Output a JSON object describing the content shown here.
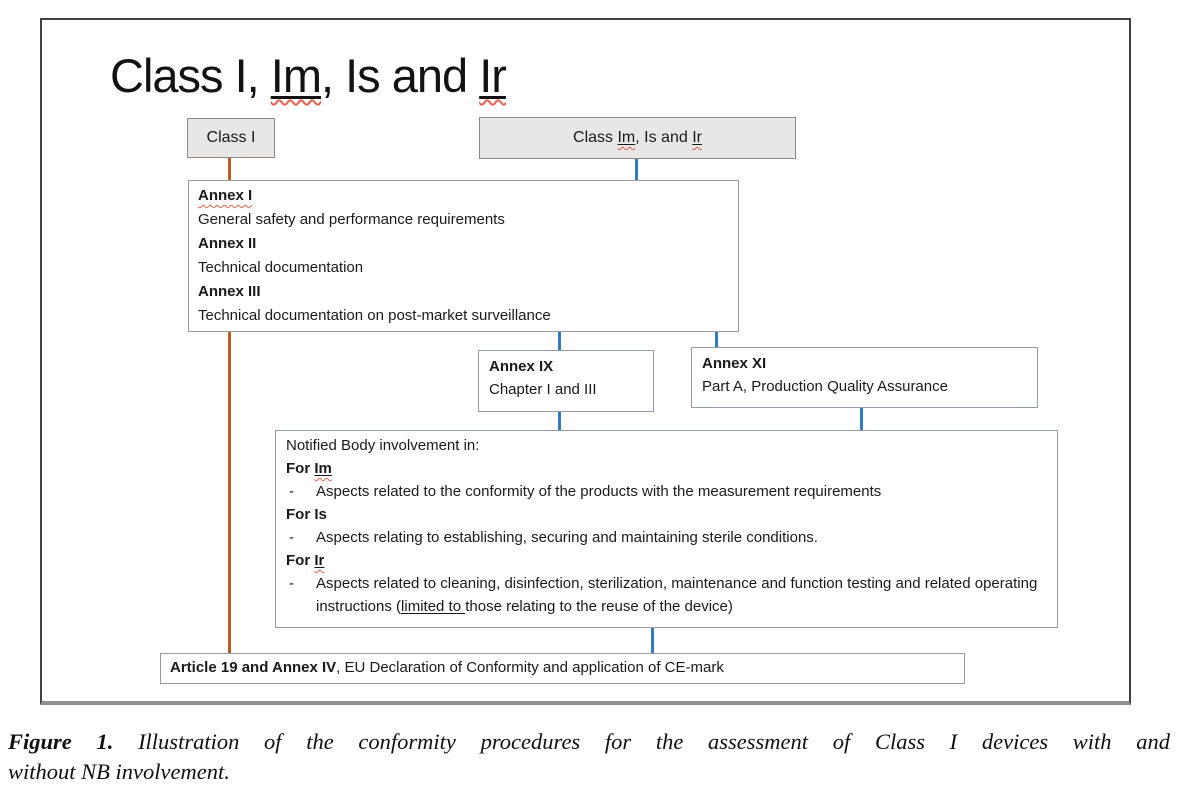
{
  "colors": {
    "connector_orange": "#be5a1f",
    "connector_blue": "#2f7bc3",
    "gray_box_fill": "#e8e7e6",
    "spellcheck_squiggle": "#e8604c"
  },
  "title": {
    "lines": [
      {
        "name": "figure-title-line",
        "segs": [
          {
            "t": "Class I, "
          },
          {
            "t": "Im",
            "u": true,
            "w": true
          },
          {
            "t": ", Is and "
          },
          {
            "t": "Ir",
            "u": true,
            "w": true
          }
        ]
      }
    ]
  },
  "boxes": {
    "class_i": {
      "lines": [
        {
          "segs": [
            {
              "t": "Class I"
            }
          ]
        }
      ]
    },
    "class_im_is_ir": {
      "lines": [
        {
          "segs": [
            {
              "t": "Class "
            },
            {
              "t": "Im",
              "u": true,
              "w": true
            },
            {
              "t": ", Is and "
            },
            {
              "t": "Ir",
              "u": true,
              "w": true
            }
          ]
        }
      ]
    },
    "annex_1_2_3": {
      "lines": [
        {
          "segs": [
            {
              "t": "Annex I",
              "b": true,
              "w": true
            }
          ]
        },
        {
          "segs": [
            {
              "t": "General safety and performance requirements"
            }
          ]
        },
        {
          "segs": [
            {
              "t": "Annex II",
              "b": true
            }
          ]
        },
        {
          "segs": [
            {
              "t": "Technical documentation"
            }
          ]
        },
        {
          "segs": [
            {
              "t": "Annex III",
              "b": true
            }
          ]
        },
        {
          "segs": [
            {
              "t": "Technical documentation on post-market surveillance"
            }
          ]
        }
      ]
    },
    "annex_ix": {
      "lines": [
        {
          "segs": [
            {
              "t": "Annex IX",
              "b": true
            }
          ]
        },
        {
          "segs": [
            {
              "t": "Chapter I and III"
            }
          ]
        }
      ]
    },
    "annex_xi": {
      "lines": [
        {
          "segs": [
            {
              "t": "Annex XI",
              "b": true
            }
          ]
        },
        {
          "segs": [
            {
              "t": "Part A, Production Quality Assurance"
            }
          ]
        }
      ]
    },
    "notified_body": {
      "lines": [
        {
          "segs": [
            {
              "t": "Notified Body involvement in:"
            }
          ]
        },
        {
          "segs": [
            {
              "t": "For ",
              "b": true
            },
            {
              "t": "Im",
              "b": true,
              "u": true,
              "w": true
            }
          ]
        },
        {
          "bullet": "-",
          "segs": [
            {
              "t": "Aspects related to the conformity of the products with the measurement requirements"
            }
          ]
        },
        {
          "segs": [
            {
              "t": "For Is",
              "b": true
            }
          ]
        },
        {
          "bullet": "-",
          "segs": [
            {
              "t": "Aspects relating to establishing, securing and maintaining sterile conditions."
            }
          ]
        },
        {
          "segs": [
            {
              "t": "For ",
              "b": true
            },
            {
              "t": "Ir",
              "b": true,
              "u": true,
              "w": true
            }
          ]
        },
        {
          "bullet": "-",
          "segs": [
            {
              "t": "Aspects related to cleaning, disinfection, sterilization, maintenance and function testing and related operating instructions ("
            },
            {
              "t": "limited to ",
              "u": true
            },
            {
              "t": "those relating to the reuse of the device)"
            }
          ]
        }
      ]
    },
    "article_19": {
      "lines": [
        {
          "segs": [
            {
              "t": "Article 19 and Annex IV",
              "b": true
            },
            {
              "t": ", EU Declaration of Conformity and application of CE-mark"
            }
          ]
        }
      ]
    }
  },
  "caption": {
    "label": "Figure 1.",
    "line1": " Illustration of the conformity procedures for the assessment of Class I devices with and",
    "line2": "without NB involvement."
  }
}
